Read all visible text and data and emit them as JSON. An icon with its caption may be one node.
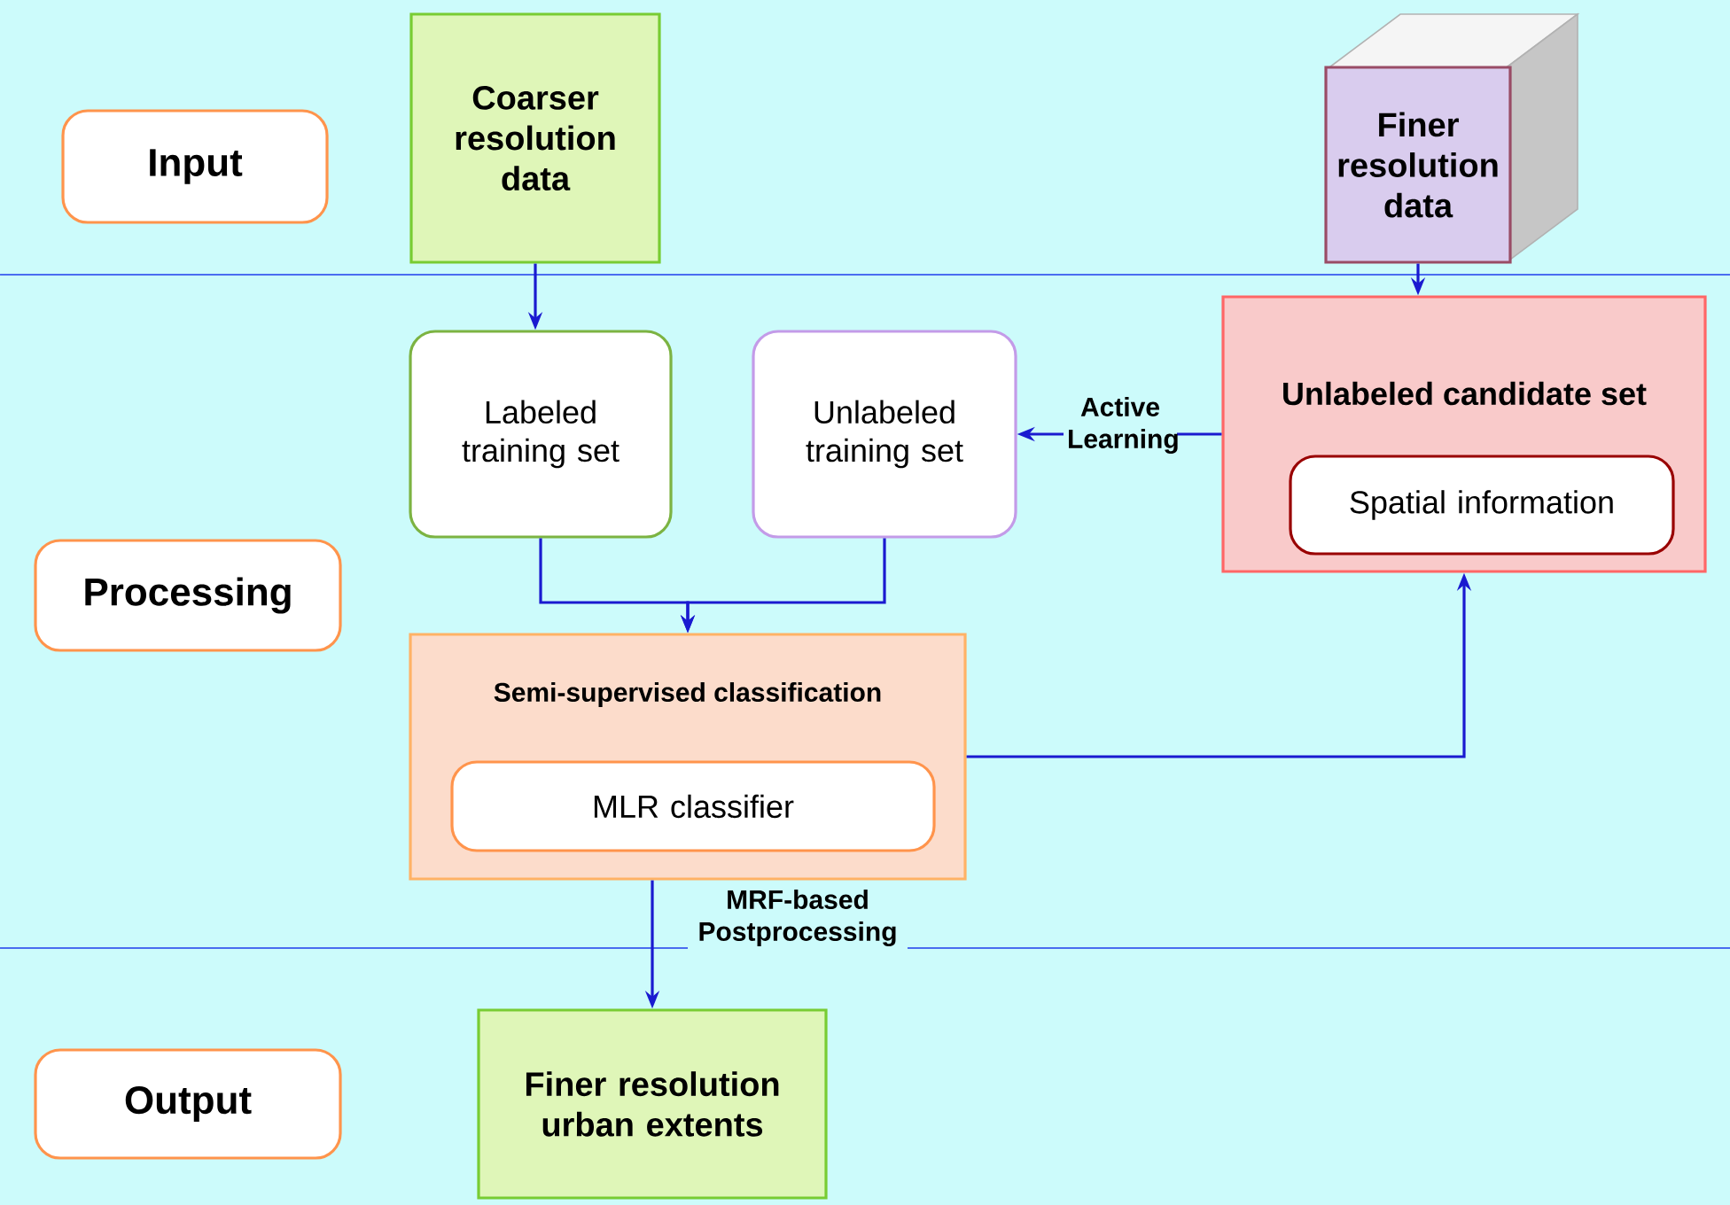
{
  "diagram": {
    "nodes": [
      {
        "text": [
          "Input"
        ]
      },
      {
        "text": [
          "Processing"
        ]
      },
      {
        "text": [
          "Output"
        ]
      },
      {
        "text": [
          "Coarser resolution data"
        ]
      },
      {
        "text": [
          "Finer resolution data"
        ]
      },
      {
        "text": [
          "Labeled training set"
        ]
      },
      {
        "text": [
          "Unlabeled training set"
        ]
      },
      {
        "text": [
          "Unlabeled candidate set"
        ]
      },
      {
        "text": [
          "Spatial information"
        ],
        "in": 7
      },
      {
        "text": [
          "Semi-supervised classification"
        ]
      },
      {
        "text": [
          "MLR classifier"
        ],
        "in": 9
      },
      {
        "text": [
          "Finer resolution urban extents"
        ]
      }
    ],
    "edges": [
      {
        "from": 3,
        "to": 5,
        "arrow": "to"
      },
      {
        "from": 4,
        "to": 7,
        "arrow": "to"
      },
      {
        "from": 7,
        "to": 6,
        "arrow": "to",
        "label": "Active Learning"
      },
      {
        "from": 5,
        "to": 9,
        "arrow": "to"
      },
      {
        "from": 6,
        "to": 9,
        "arrow": "to"
      },
      {
        "from": 9,
        "to": 7,
        "arrow": "to"
      },
      {
        "from": 9,
        "to": 11,
        "arrow": "to",
        "label": "MRF-based Postprocessing"
      }
    ]
  }
}
